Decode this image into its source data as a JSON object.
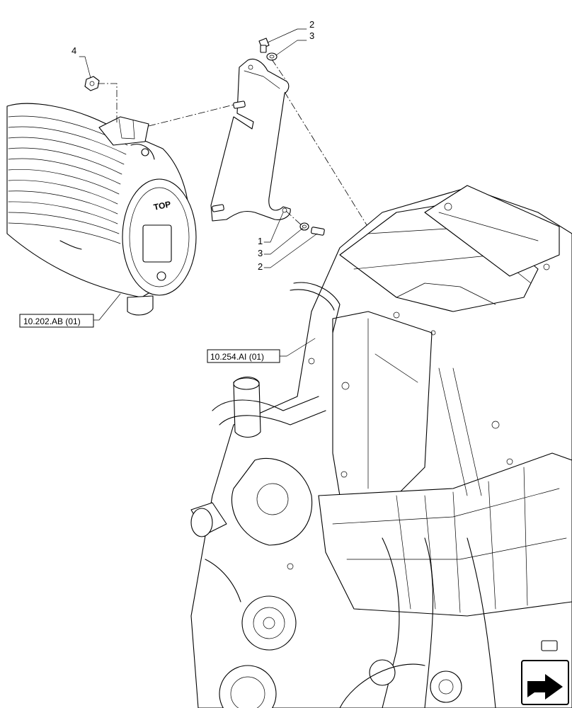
{
  "callouts": [
    "2",
    "3",
    "4",
    "1",
    "3",
    "2"
  ],
  "references": {
    "air_filter": "10.202.AB (01)",
    "engine": "10.254.AI (01)"
  },
  "filter_cover_text": "TOP",
  "nav_icon": "next-page-arrow-icon"
}
